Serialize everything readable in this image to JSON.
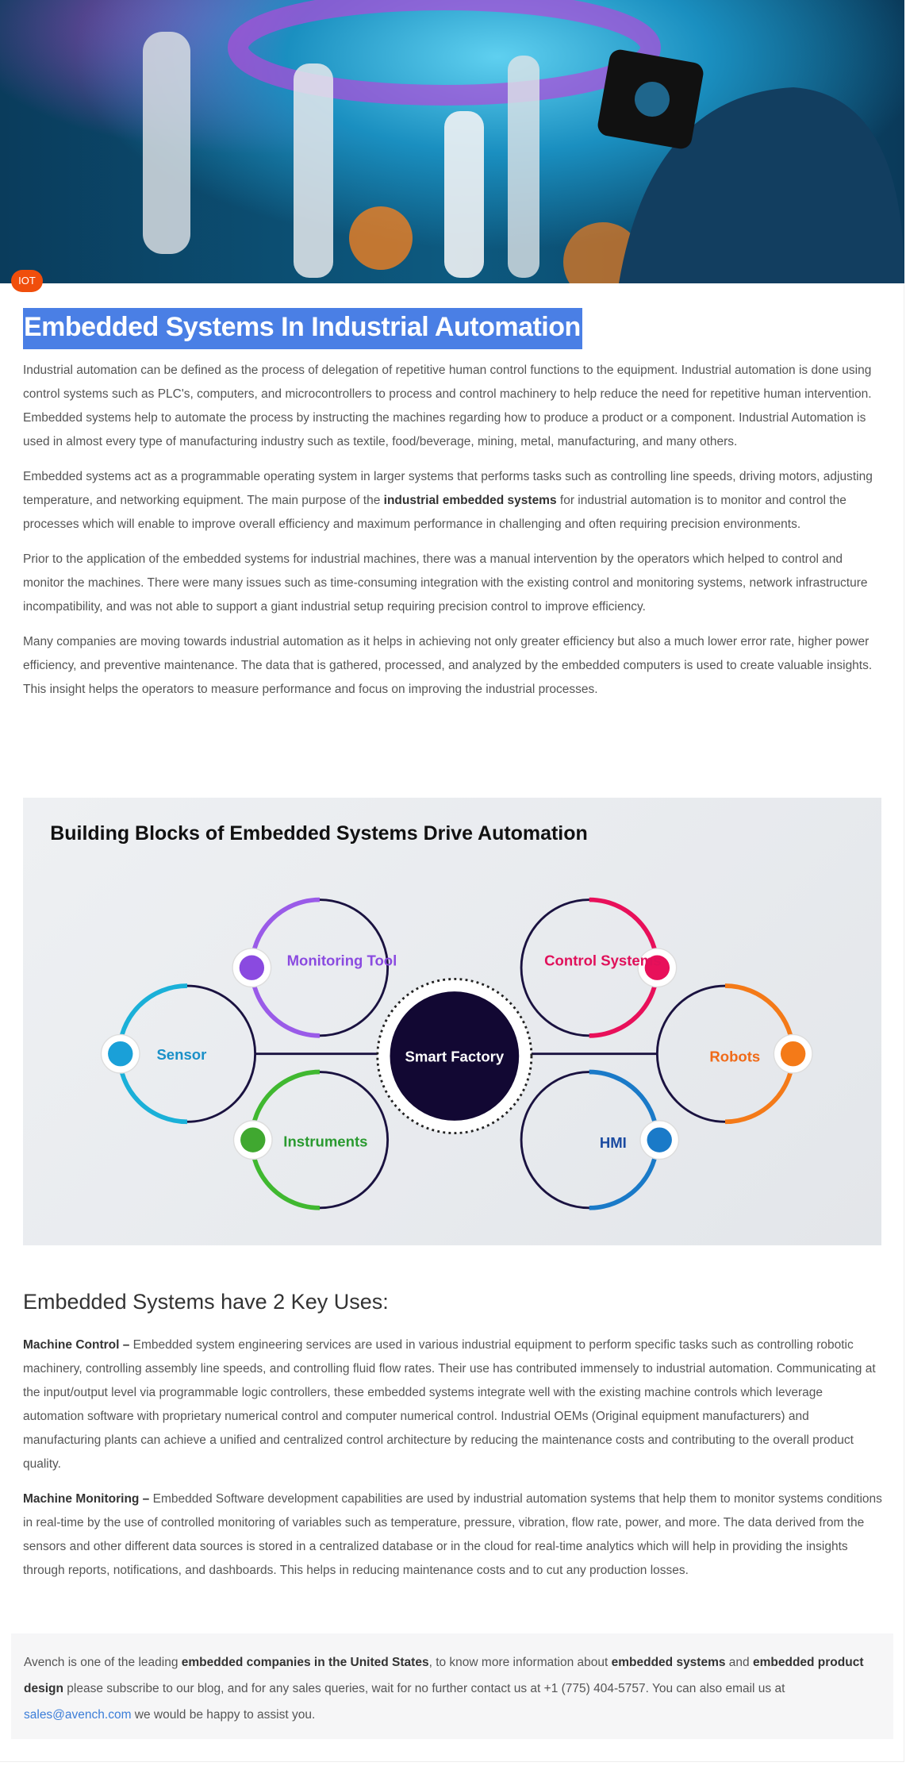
{
  "hero": {
    "tag": "IOT"
  },
  "article": {
    "title": "Embedded Systems In Industrial Automation",
    "p1": "Industrial automation can be defined as the process of delegation of repetitive human control functions to the equipment. Industrial automation is done using control systems such as PLC's, computers, and microcontrollers to process and control machinery to help reduce the need for repetitive human intervention. Embedded systems help to automate the process by instructing the machines regarding how to produce a product or a component. Industrial Automation is used in almost every type of manufacturing industry such as textile, food/beverage, mining, metal, manufacturing, and many others.",
    "p2a": "Embedded systems act as a programmable operating system in larger systems that performs tasks such as controlling line speeds, driving motors, adjusting temperature, and networking equipment. The main purpose of the ",
    "p2b": "industrial embedded systems",
    "p2c": " for industrial automation is to monitor and control the processes which will enable to improve overall efficiency and maximum performance in challenging and often requiring precision environments.",
    "p3": "Prior to the application of the embedded systems for industrial machines, there was a manual intervention by the operators which helped to control and monitor the machines. There were many issues such as time-consuming integration with the existing control and monitoring systems, network infrastructure incompatibility, and was not able to support a giant industrial setup requiring precision control to improve efficiency.",
    "p4": "Many companies are moving towards industrial automation as it helps in achieving not only greater efficiency but also a much lower error rate, higher power efficiency, and preventive maintenance. The data that is gathered, processed, and analyzed by the embedded computers is used to create valuable insights. This insight helps the operators to measure performance and focus on improving the industrial processes."
  },
  "infographic": {
    "title": "Building Blocks of Embedded Systems Drive Automation",
    "center": "Smart Factory",
    "nodes": {
      "monitoring": "Monitoring Tool",
      "sensor": "Sensor",
      "instruments": "Instruments",
      "control": "Control Systems",
      "robots": "Robots",
      "hmi": "HMI"
    }
  },
  "uses": {
    "heading": "Embedded Systems have 2 Key Uses:",
    "u1_label": "Machine Control –",
    "u1_text": " Embedded system engineering services are used in various industrial equipment to perform specific tasks such as controlling robotic machinery, controlling assembly line speeds, and controlling fluid flow rates. Their use has contributed immensely to industrial automation. Communicating at the input/output level via programmable logic controllers, these embedded systems integrate well with the existing machine controls which leverage automation software with proprietary numerical control and computer numerical control. Industrial OEMs (Original equipment manufacturers) and manufacturing plants can achieve a unified and centralized control architecture by reducing the maintenance costs and contributing to the overall product quality.",
    "u2_label": "Machine Monitoring –",
    "u2_text": " Embedded Software development capabilities are used by industrial automation systems that help them to monitor systems conditions in real-time by the use of controlled monitoring of variables such as temperature, pressure, vibration, flow rate, power, and more. The data derived from the sensors and other different data sources is stored in a centralized database or in the cloud for real-time analytics which will help in providing the insights through reports, notifications, and dashboards. This helps in reducing maintenance costs and to cut any production losses."
  },
  "footer": {
    "t1": "Avench is one of the leading ",
    "b1": "embedded companies in the United States",
    "t2": ", to know more information about ",
    "b2": "embedded systems",
    "t3": " and ",
    "b3": "embedded product design",
    "t4": " please subscribe to our blog, and for any sales queries, wait for no further contact us at +1 (775) 404-5757. You can also email us at ",
    "email": "sales@avench.com",
    "t5": " we would be happy to assist you."
  }
}
